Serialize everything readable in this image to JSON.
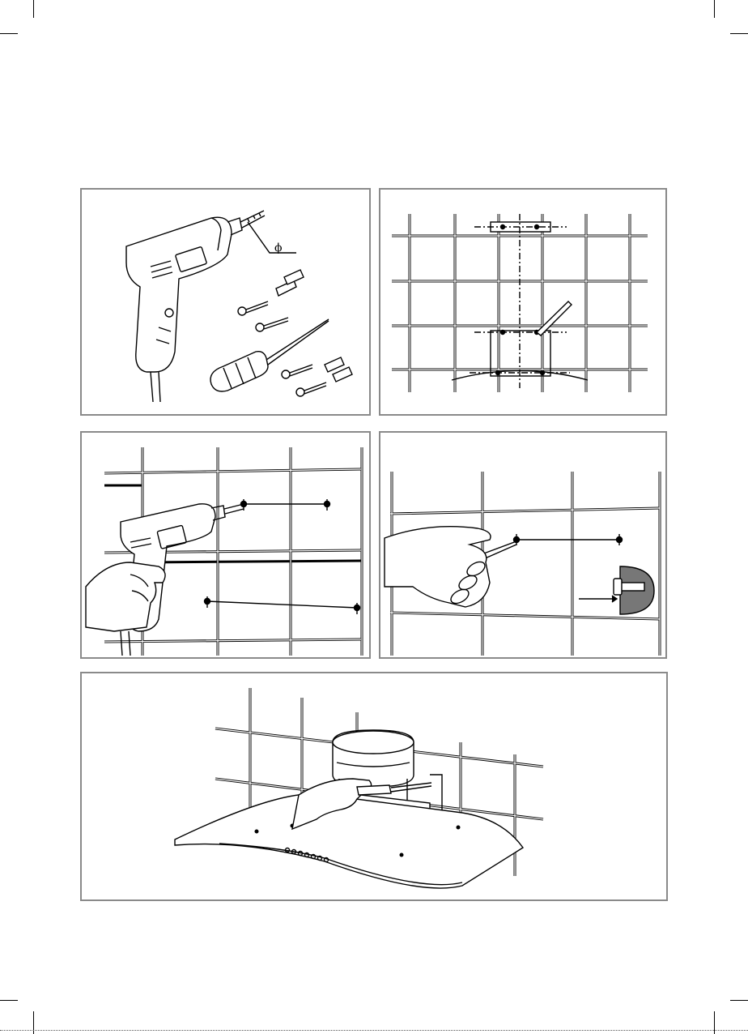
{
  "page": {
    "panels": [
      {
        "id": "tools",
        "symbol": "ϕ"
      },
      {
        "id": "marking-layout"
      },
      {
        "id": "drilling"
      },
      {
        "id": "plug-insertion"
      },
      {
        "id": "mounting"
      }
    ]
  }
}
